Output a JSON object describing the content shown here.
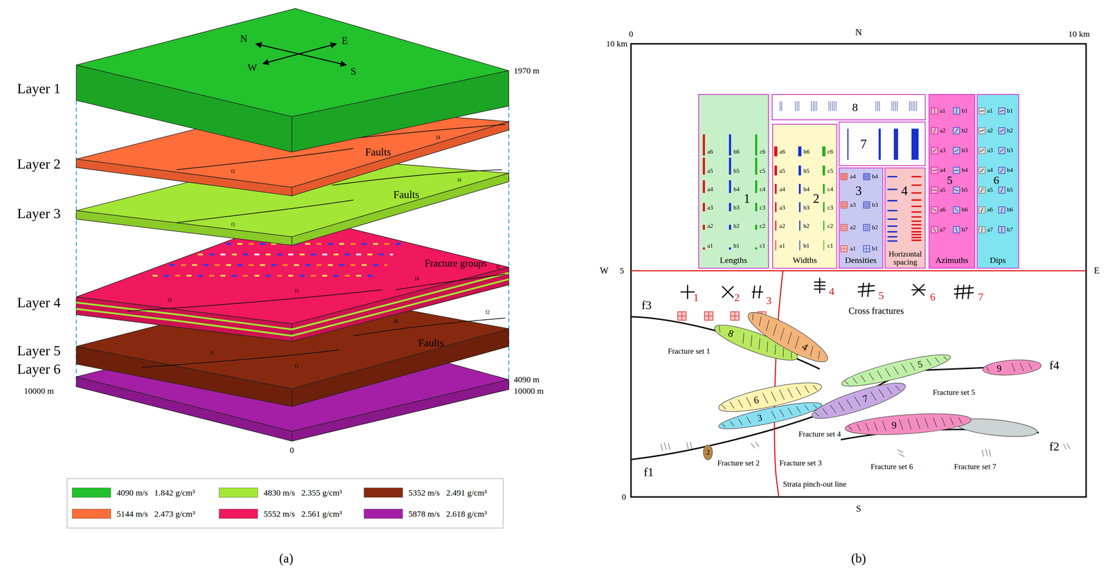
{
  "diagram": {
    "nodes": [
      {
        "text": [
          "1",
          "Lengths"
        ]
      },
      {
        "text": [
          "8"
        ]
      },
      {
        "text": [
          "2",
          "Widths"
        ]
      },
      {
        "text": [
          "7"
        ]
      },
      {
        "text": [
          "3",
          "Densities"
        ]
      },
      {
        "text": [
          "4",
          "Horizontal spacing"
        ]
      },
      {
        "text": [
          "5",
          "Azimuths"
        ]
      },
      {
        "text": [
          "6",
          "Dips"
        ]
      },
      {
        "text": [
          "8"
        ]
      },
      {
        "text": [
          "4"
        ]
      },
      {
        "text": [
          "6"
        ]
      },
      {
        "text": [
          "3"
        ]
      },
      {
        "text": [
          "2"
        ]
      },
      {
        "text": [
          "5"
        ]
      },
      {
        "text": [
          "7"
        ]
      },
      {
        "text": [
          "9"
        ]
      },
      {
        "text": [
          "9"
        ]
      }
    ],
    "labels": [
      "Layer 1",
      "Layer 2",
      "Layer 3",
      "Layer 4",
      "Layer 5",
      "Layer 6",
      "N",
      "E",
      "W",
      "S",
      "1970 m",
      "4090 m",
      "10000 m",
      "10000 m",
      "0",
      "Faults",
      "Faults",
      "Faults",
      "Fracture groups",
      "f4",
      "f1",
      "f4",
      "f1",
      "f4",
      "f2",
      "f3",
      "f1",
      "f4",
      "f2",
      "f3",
      "f1",
      "(a)",
      "(b)",
      "0",
      "10 km",
      "N",
      "10 km",
      "W",
      "5",
      "E",
      "0",
      "S",
      "f3",
      "f1",
      "f4",
      "f2",
      "1",
      "2",
      "3",
      "4",
      "5",
      "6",
      "7",
      "Cross fractures",
      "Fracture set 1",
      "Fracture set 2",
      "Fracture set 3",
      "Fracture set 4",
      "Fracture set 5",
      "Fracture set 6",
      "Fracture set 7",
      "Strata pinch-out line",
      "a6",
      "b6",
      "c6",
      "a5",
      "b5",
      "c5",
      "a4",
      "b4",
      "c4",
      "a3",
      "b3",
      "c3",
      "a2",
      "b2",
      "c2",
      "a1",
      "b1",
      "c1",
      "a6",
      "b6",
      "c6",
      "a5",
      "b5",
      "c5",
      "a4",
      "b4",
      "c4",
      "a3",
      "b3",
      "c3",
      "a2",
      "b2",
      "c2",
      "a1",
      "b1",
      "c1",
      "a4",
      "b4",
      "a3",
      "b3",
      "a2",
      "b2",
      "a1",
      "b1",
      "a1",
      "b1",
      "a2",
      "b2",
      "a3",
      "b3",
      "a4",
      "b4",
      "a5",
      "b5",
      "a6",
      "b6",
      "a7",
      "b7",
      "a1",
      "b1",
      "a2",
      "b2",
      "a3",
      "b3",
      "a4",
      "b4",
      "a5",
      "b5",
      "a6",
      "b6",
      "a7",
      "b7"
    ],
    "legend": [
      {
        "text": "4090 m/s   1.842 g/cm³",
        "color": "#23c12b"
      },
      {
        "text": "4830 m/s   2.355 g/cm³",
        "color": "#a3e635"
      },
      {
        "text": "5352 m/s   2.491 g/cm³",
        "color": "#87290f"
      },
      {
        "text": "5144 m/s   2.473 g/cm³",
        "color": "#ff6d3a"
      },
      {
        "text": "5552 m/s   2.561 g/cm³",
        "color": "#f0185e"
      },
      {
        "text": "5878 m/s   2.618 g/cm³",
        "color": "#a51fa6"
      }
    ]
  }
}
